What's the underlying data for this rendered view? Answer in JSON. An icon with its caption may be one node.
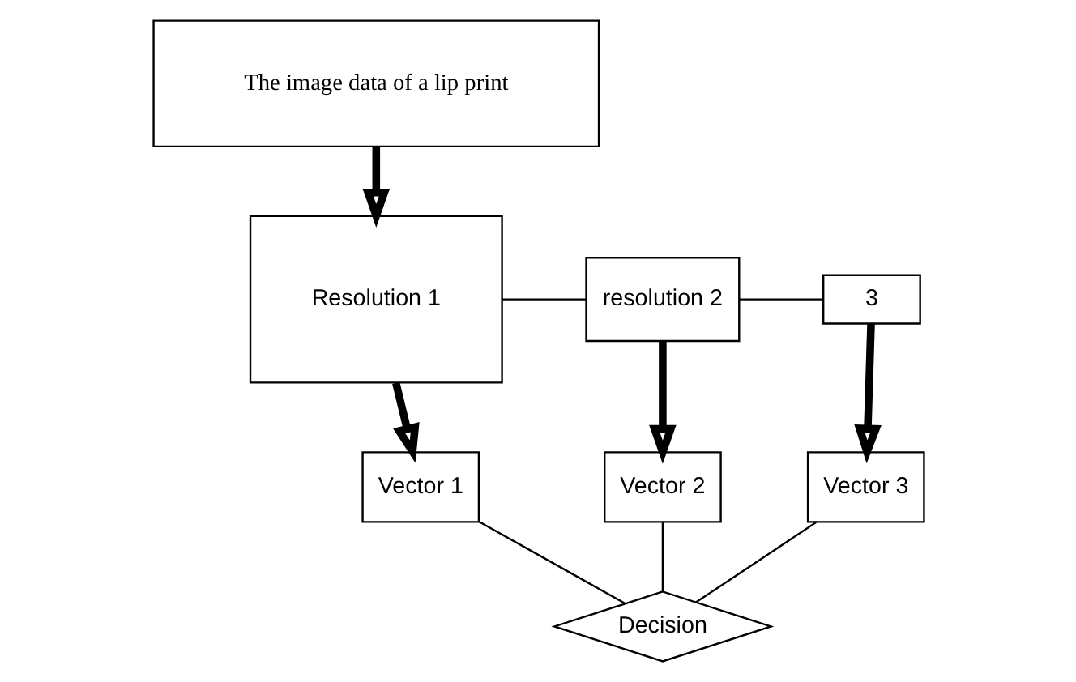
{
  "diagram": {
    "nodes": [
      {
        "text": [
          "The image data of a lip print"
        ]
      },
      {
        "text": [
          "Resolution 1"
        ]
      },
      {
        "text": [
          "resolution 2"
        ]
      },
      {
        "text": [
          "3"
        ]
      },
      {
        "text": [
          "Vector 1"
        ]
      },
      {
        "text": [
          "Vector 2"
        ]
      },
      {
        "text": [
          "Vector 3"
        ]
      },
      {
        "text": [
          "Decision"
        ]
      }
    ],
    "edges": [
      {
        "from": 0,
        "to": 1,
        "arrow": "to",
        "style": "thick"
      },
      {
        "from": 1,
        "to": 2,
        "arrow": "none"
      },
      {
        "from": 2,
        "to": 3,
        "arrow": "none"
      },
      {
        "from": 1,
        "to": 4,
        "arrow": "to",
        "style": "thick"
      },
      {
        "from": 2,
        "to": 5,
        "arrow": "to",
        "style": "thick"
      },
      {
        "from": 3,
        "to": 6,
        "arrow": "to",
        "style": "thick"
      },
      {
        "from": 4,
        "to": 7,
        "arrow": "none"
      },
      {
        "from": 5,
        "to": 7,
        "arrow": "none"
      },
      {
        "from": 6,
        "to": 7,
        "arrow": "none"
      }
    ]
  }
}
